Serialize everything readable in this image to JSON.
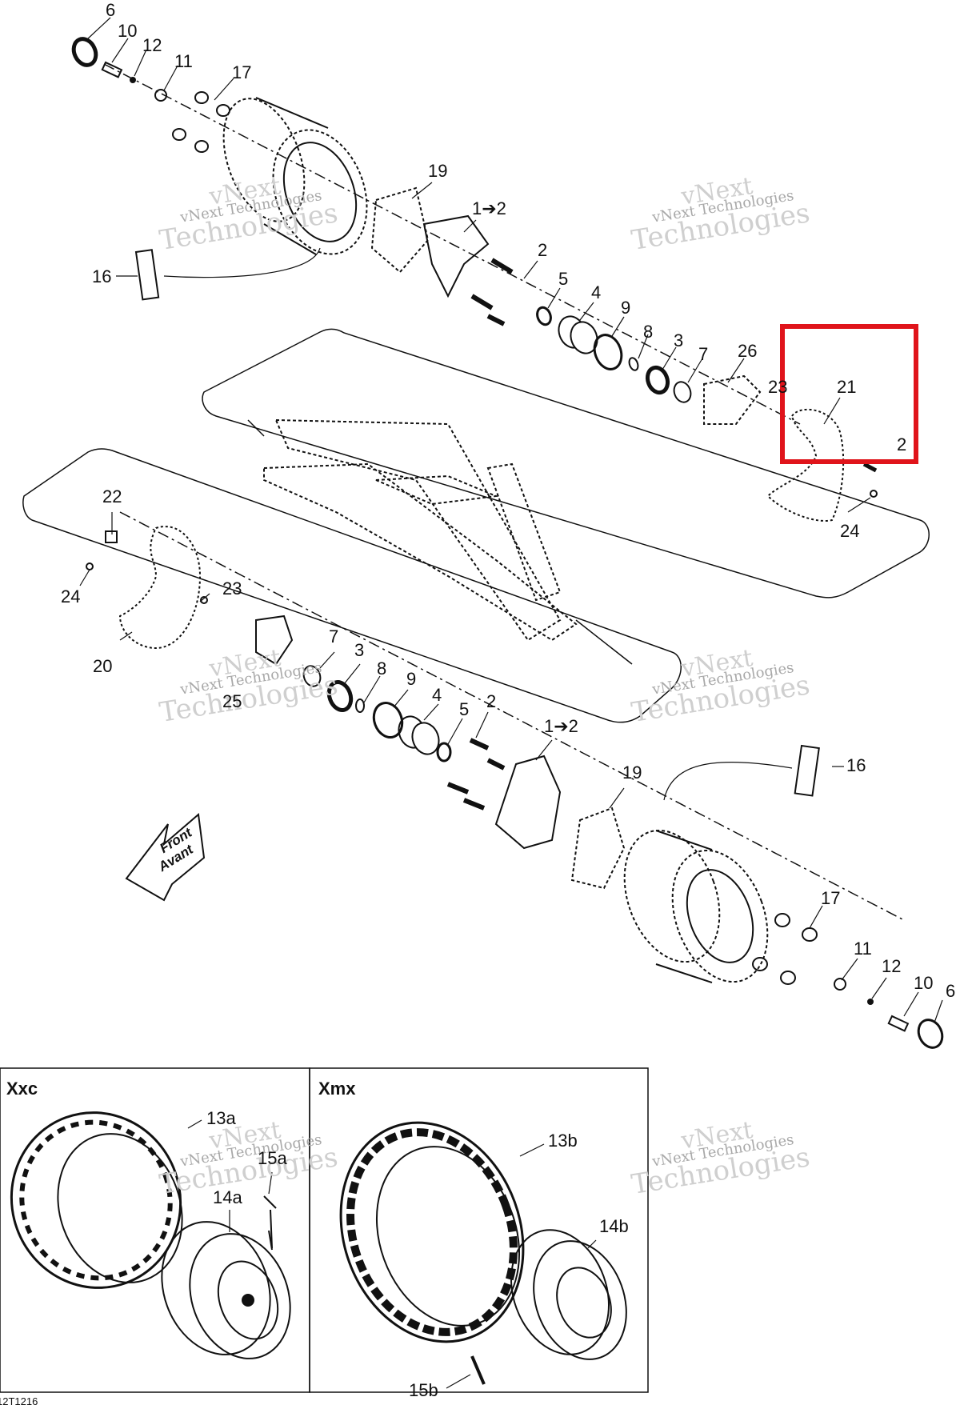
{
  "callouts": {
    "c6_top": "6",
    "c10_top": "10",
    "c12_top": "12",
    "c11_top": "11",
    "c17_top": "17",
    "c19_top": "19",
    "c1to2_top": "1➔2",
    "c2_top": "2",
    "c16_top": "16",
    "c5_top": "5",
    "c4_top": "4",
    "c9_top": "9",
    "c8_top": "8",
    "c3_top": "3",
    "c7_top": "7",
    "c26": "26",
    "c23_top": "23",
    "c21": "21",
    "c24_top": "24",
    "c22": "22",
    "c24_left": "24",
    "c23_left": "23",
    "c20": "20",
    "c7_bot": "7",
    "c3_bot": "3",
    "c8_bot": "8",
    "c9_bot": "9",
    "c4_bot": "4",
    "c5_bot": "5",
    "c2_bot": "2",
    "c25": "25",
    "c1to2_bot": "1➔2",
    "c19_bot": "19",
    "c16_bot": "16",
    "c17_bot": "17",
    "c11_bot": "11",
    "c12_bot": "12",
    "c10_bot": "10",
    "c6_bot": "6",
    "c13a": "13a",
    "c15a": "15a",
    "c14a": "14a",
    "c13b": "13b",
    "c14b": "14b",
    "c15b": "15b"
  },
  "front_arrow": {
    "line1": "Front",
    "line2": "Avant"
  },
  "variants": {
    "left": "Xxc",
    "right": "Xmx"
  },
  "drawing_code": "12T1216",
  "watermark": {
    "line1": "vNext",
    "line2": "vNext Technologies",
    "line3": "Technologies"
  },
  "highlight_color": "#e0141b"
}
